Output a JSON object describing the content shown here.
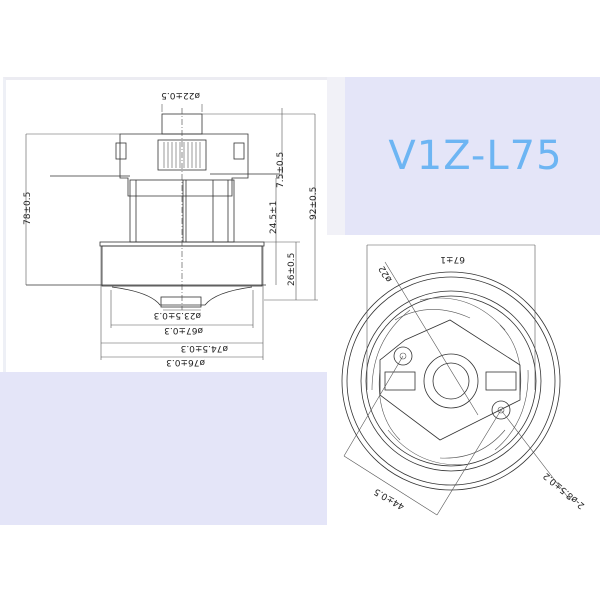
{
  "title": {
    "model": "V1Z-L75",
    "color": "#6db5f3"
  },
  "colors": {
    "panel_lavender": "#e4e5f8",
    "drawing_line": "#333333",
    "background": "#ffffff"
  },
  "side_view": {
    "dimensions": {
      "shaft_dia": "ø22±0.5",
      "height_78": "78±0.5",
      "height_92": "92±0.5",
      "offset_7_5": "7.5±0.5",
      "height_24_5": "24.5±1",
      "fan_height": "26±0.5",
      "inlet_dia": "ø23.5±0.3",
      "dia_67": "ø67±0.3",
      "dia_74_5": "ø74.5±0.3",
      "dia_76": "ø76±0.3"
    }
  },
  "top_view": {
    "dimensions": {
      "width_67": "67±1",
      "dia_22": "ø22",
      "holes": "2-ø8.5±0.2",
      "hole_spacing": "44±0.5"
    }
  }
}
